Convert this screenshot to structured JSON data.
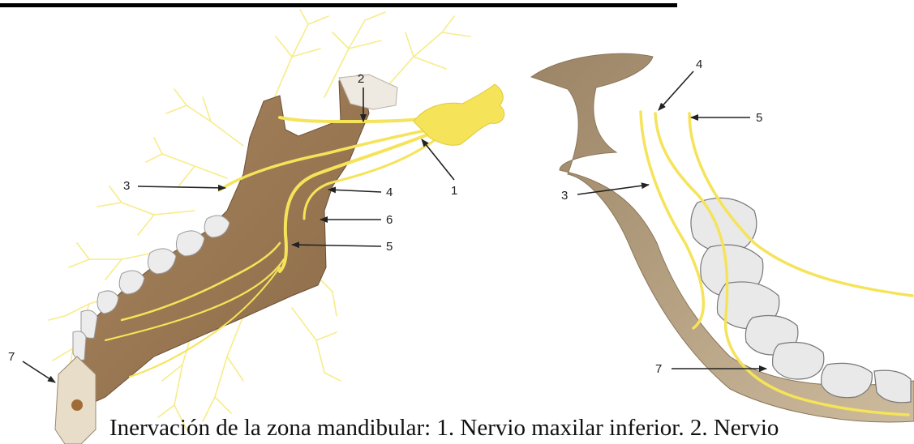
{
  "figure": {
    "left_labels": [
      "1",
      "2",
      "3",
      "4",
      "5",
      "6",
      "7"
    ],
    "right_labels": [
      "3",
      "4",
      "5",
      "7"
    ]
  },
  "caption": {
    "text": "Inervación de la zona mandibular: 1. Nervio maxilar inferior. 2. Nervio"
  },
  "colors": {
    "bone": "#9c7a55",
    "bone_dark": "#7a5d40",
    "bone_right": "#b29a78",
    "nerve": "#f5e35a",
    "nerve_thin": "#f7ec8a",
    "tooth": "#e9e9e9",
    "arrow": "#222222"
  }
}
